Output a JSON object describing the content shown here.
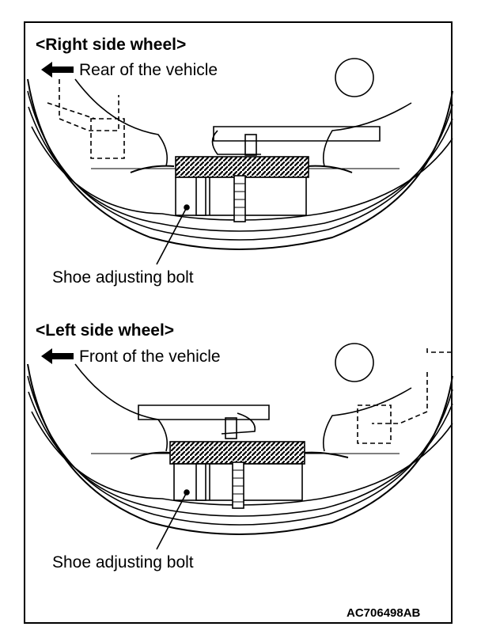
{
  "panels": [
    {
      "side_title": "<Right side wheel>",
      "direction_label": "Rear of the vehicle",
      "callout_label": "Shoe adjusting bolt"
    },
    {
      "side_title": "<Left side wheel>",
      "direction_label": "Front of the vehicle",
      "callout_label": "Shoe adjusting bolt"
    }
  ],
  "figure_code": "AC706498AB",
  "colors": {
    "ink": "#000000",
    "paper": "#ffffff"
  },
  "icons": {
    "direction_arrow": "left-arrow-icon"
  }
}
